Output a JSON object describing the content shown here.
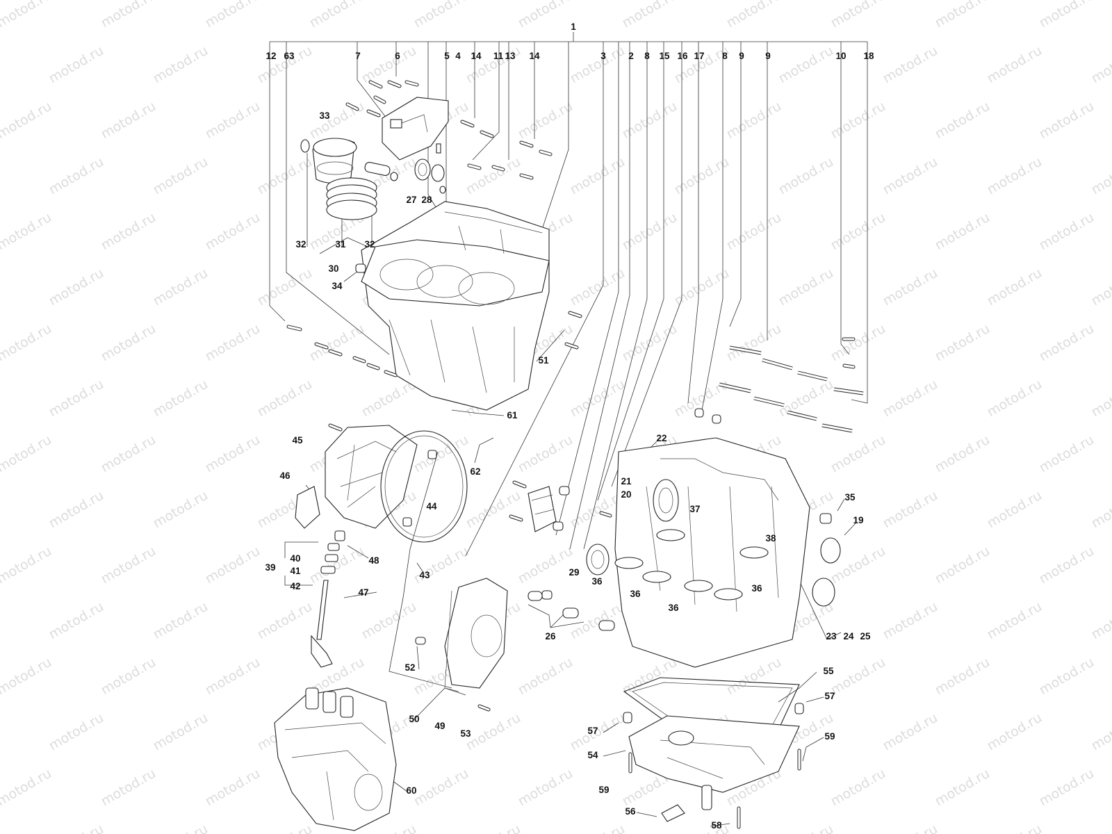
{
  "watermark": "motod.ru",
  "part_labels": [
    {
      "id": "1",
      "text": "1"
    },
    {
      "id": "12",
      "text": "12"
    },
    {
      "id": "63",
      "text": "63"
    },
    {
      "id": "7",
      "text": "7"
    },
    {
      "id": "6",
      "text": "6"
    },
    {
      "id": "5",
      "text": "5"
    },
    {
      "id": "4",
      "text": "4"
    },
    {
      "id": "14a",
      "text": "14"
    },
    {
      "id": "11",
      "text": "11"
    },
    {
      "id": "13",
      "text": "13"
    },
    {
      "id": "14b",
      "text": "14"
    },
    {
      "id": "3",
      "text": "3"
    },
    {
      "id": "2",
      "text": "2"
    },
    {
      "id": "8a",
      "text": "8"
    },
    {
      "id": "15",
      "text": "15"
    },
    {
      "id": "16",
      "text": "16"
    },
    {
      "id": "17",
      "text": "17"
    },
    {
      "id": "8b",
      "text": "8"
    },
    {
      "id": "9a",
      "text": "9"
    },
    {
      "id": "9b",
      "text": "9"
    },
    {
      "id": "10",
      "text": "10"
    },
    {
      "id": "18",
      "text": "18"
    },
    {
      "id": "33",
      "text": "33"
    },
    {
      "id": "27",
      "text": "27"
    },
    {
      "id": "28",
      "text": "28"
    },
    {
      "id": "32a",
      "text": "32"
    },
    {
      "id": "31",
      "text": "31"
    },
    {
      "id": "32b",
      "text": "32"
    },
    {
      "id": "30",
      "text": "30"
    },
    {
      "id": "34",
      "text": "34"
    },
    {
      "id": "51",
      "text": "51"
    },
    {
      "id": "61",
      "text": "61"
    },
    {
      "id": "62",
      "text": "62"
    },
    {
      "id": "45",
      "text": "45"
    },
    {
      "id": "46",
      "text": "46"
    },
    {
      "id": "44",
      "text": "44"
    },
    {
      "id": "40",
      "text": "40"
    },
    {
      "id": "39",
      "text": "39"
    },
    {
      "id": "41",
      "text": "41"
    },
    {
      "id": "48",
      "text": "48"
    },
    {
      "id": "42",
      "text": "42"
    },
    {
      "id": "43",
      "text": "43"
    },
    {
      "id": "47",
      "text": "47"
    },
    {
      "id": "22",
      "text": "22"
    },
    {
      "id": "21",
      "text": "21"
    },
    {
      "id": "20",
      "text": "20"
    },
    {
      "id": "37",
      "text": "37"
    },
    {
      "id": "35",
      "text": "35"
    },
    {
      "id": "19",
      "text": "19"
    },
    {
      "id": "38",
      "text": "38"
    },
    {
      "id": "29",
      "text": "29"
    },
    {
      "id": "36a",
      "text": "36"
    },
    {
      "id": "36b",
      "text": "36"
    },
    {
      "id": "36c",
      "text": "36"
    },
    {
      "id": "36d",
      "text": "36"
    },
    {
      "id": "26",
      "text": "26"
    },
    {
      "id": "23",
      "text": "23"
    },
    {
      "id": "24",
      "text": "24"
    },
    {
      "id": "25",
      "text": "25"
    },
    {
      "id": "52",
      "text": "52"
    },
    {
      "id": "50",
      "text": "50"
    },
    {
      "id": "49",
      "text": "49"
    },
    {
      "id": "53",
      "text": "53"
    },
    {
      "id": "55",
      "text": "55"
    },
    {
      "id": "57a",
      "text": "57"
    },
    {
      "id": "57b",
      "text": "57"
    },
    {
      "id": "54",
      "text": "54"
    },
    {
      "id": "59a",
      "text": "59"
    },
    {
      "id": "59b",
      "text": "59"
    },
    {
      "id": "56",
      "text": "56"
    },
    {
      "id": "58",
      "text": "58"
    },
    {
      "id": "60",
      "text": "60"
    }
  ]
}
